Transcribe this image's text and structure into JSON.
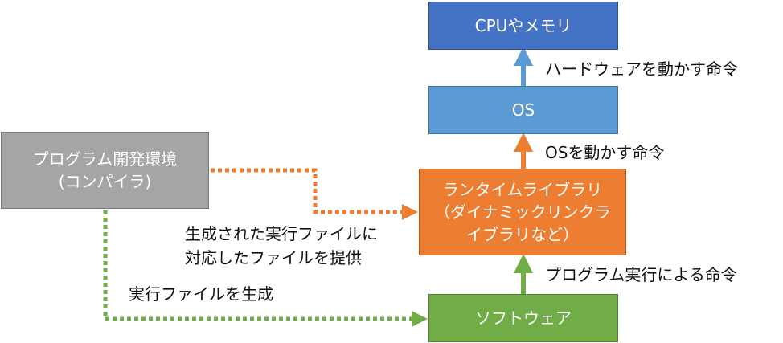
{
  "colors": {
    "cpu": "#4472C4",
    "cpu_border": "#2F528F",
    "os": "#5B9BD5",
    "os_border": "#41719C",
    "runtime": "#ED7D31",
    "runtime_border": "#AE5A21",
    "devenv": "#A5A5A5",
    "devenv_border": "#787878",
    "software": "#70AD47",
    "software_border": "#507E32",
    "arrow_blue": "#5B9BD5",
    "arrow_orange": "#ED7D31",
    "arrow_green": "#70AD47"
  },
  "nodes": {
    "cpu_memory": "CPUやメモリ",
    "os": "OS",
    "runtime": [
      "ランタイムライブラリ",
      "（ダイナミックリンクラ",
      "イブラリなど）"
    ],
    "dev_env": [
      "プログラム開発環境",
      "(コンパイラ)"
    ],
    "software": "ソフトウェア"
  },
  "labels": {
    "hardware_cmd": "ハードウェアを動かす命令",
    "os_cmd": "OSを動かす命令",
    "program_cmd": "プログラム実行による命令",
    "provide_file": [
      "生成された実行ファイルに",
      "対応したファイルを提供"
    ],
    "generate_file": "実行ファイルを生成"
  }
}
